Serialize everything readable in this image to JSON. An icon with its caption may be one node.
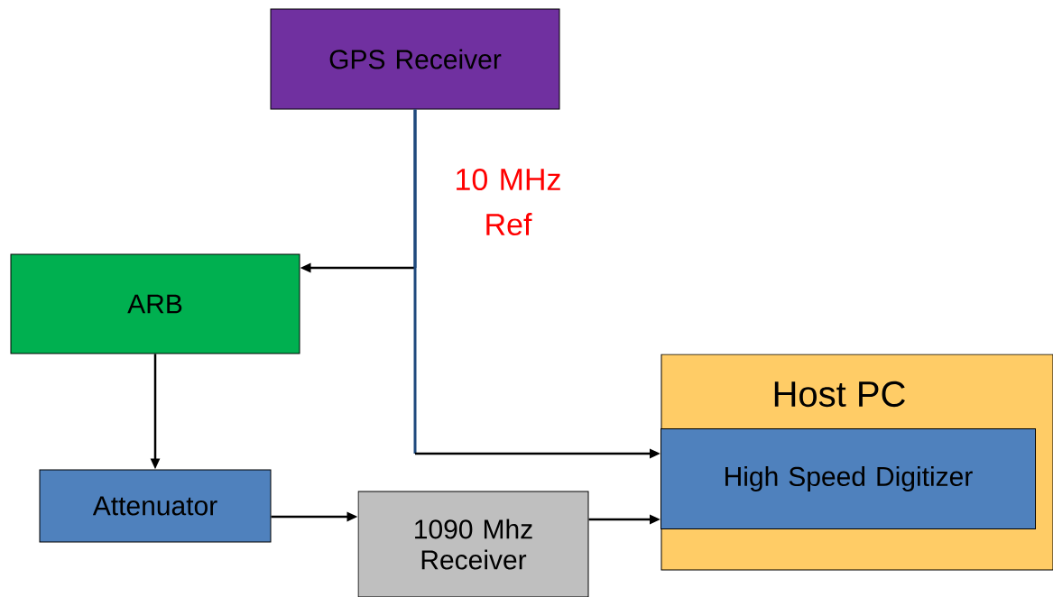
{
  "diagram": {
    "nodes": [
      {
        "text": [
          "GPS Receiver"
        ]
      },
      {
        "text": [
          "ARB"
        ]
      },
      {
        "text": [
          "Host  PC"
        ]
      },
      {
        "text": [
          "High Speed Digitizer"
        ],
        "in": 2
      },
      {
        "text": [
          "Attenuator"
        ]
      },
      {
        "text": [
          "1090 Mhz Receiver"
        ]
      }
    ],
    "edges": [
      {
        "from": 0,
        "to": 1,
        "arrow": "to",
        "label": "10 MHz Ref",
        "color": "#1f497d"
      },
      {
        "from": 0,
        "to": 3,
        "arrow": "to",
        "color": "#1f497d"
      },
      {
        "from": 1,
        "to": 4,
        "arrow": "to"
      },
      {
        "from": 4,
        "to": 5,
        "arrow": "to"
      },
      {
        "from": 5,
        "to": 3,
        "arrow": "to"
      }
    ]
  }
}
